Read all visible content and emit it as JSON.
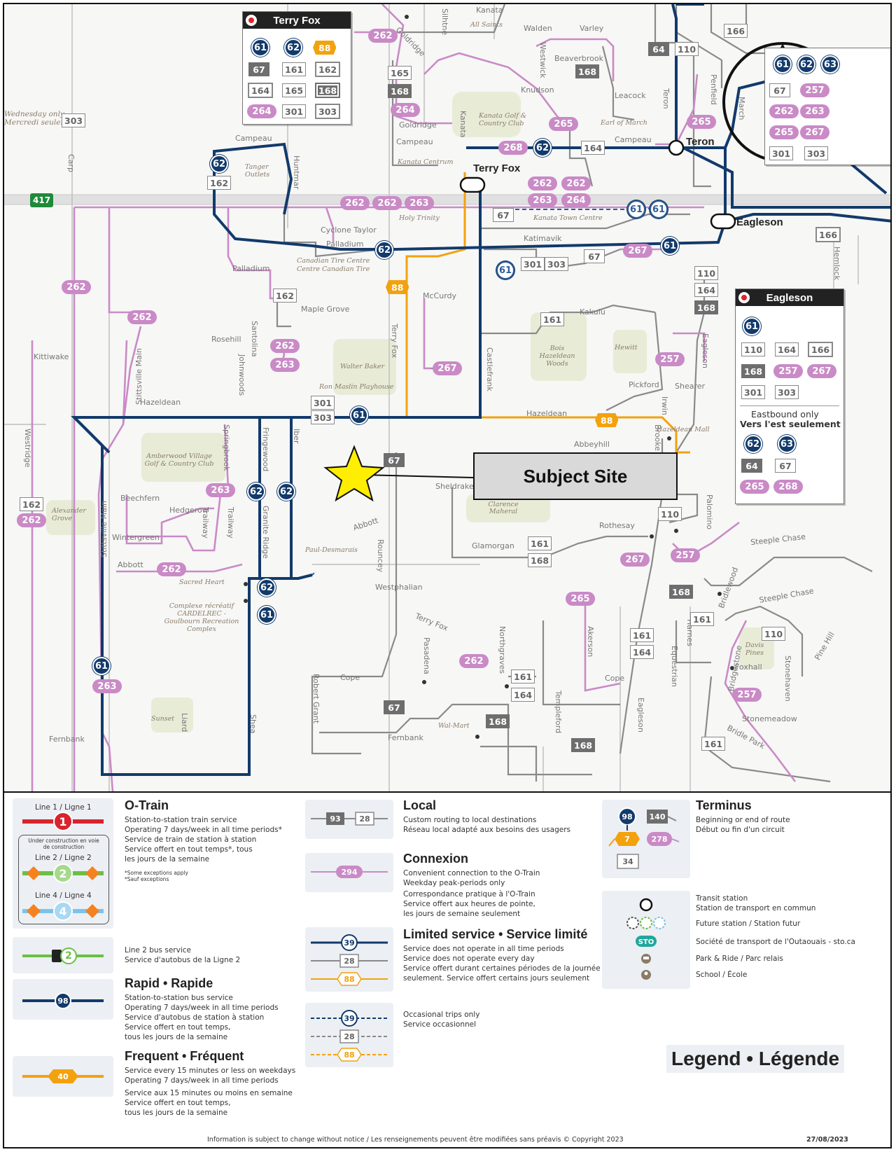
{
  "subject_site": "Subject Site",
  "stations": {
    "terry_fox": "Terry Fox",
    "teron": "Teron",
    "eagleson": "Eagleson"
  },
  "terminus_terry_fox": {
    "title": "Terry Fox",
    "routes": [
      "61",
      "62",
      "88",
      "67",
      "161",
      "162",
      "164",
      "165",
      "168",
      "264",
      "301",
      "303"
    ]
  },
  "terminus_eagleson": {
    "title": "Eagleson",
    "routes": [
      "61",
      "110",
      "164",
      "166",
      "168",
      "257",
      "267",
      "301",
      "303"
    ],
    "eastbound_label_en": "Eastbound only",
    "eastbound_label_fr": "Vers l'est seulement",
    "eastbound_routes": [
      "62",
      "63",
      "64",
      "67",
      "265",
      "268"
    ]
  },
  "terminus_north": {
    "routes": [
      "61",
      "62",
      "63",
      "67",
      "257",
      "262",
      "263",
      "265",
      "267",
      "301",
      "303"
    ]
  },
  "streets": {
    "kanata": "Kanata",
    "walden": "Walden",
    "varley": "Varley",
    "beaverbrook": "Beaverbrook",
    "goldridge": "Goldridge",
    "knudson": "Knudson",
    "leacock": "Leacock",
    "campeau": "Campeau",
    "huntmar": "Huntmar",
    "palladium": "Palladium",
    "cyclone_taylor": "Cyclone Taylor",
    "katimavik": "Katimavik",
    "mccurdy": "McCurdy",
    "kakulu": "Kakulu",
    "maple_grove": "Maple Grove",
    "rosehill": "Rosehill",
    "kittiwake": "Kittiwake",
    "hazeldean": "Hazeldean",
    "abbeyhill": "Abbeyhill",
    "pickford": "Pickford",
    "shearer": "Shearer",
    "sheldrake": "Sheldrake",
    "beechfern": "Beechfern",
    "hedgerow": "Hedgerow",
    "wintergreen": "Wintergreen",
    "abbott": "Abbott",
    "abbott2": "Abbott",
    "westphalian": "Westphalian",
    "glamorgan": "Glamorgan",
    "rothesay": "Rothesay",
    "steeple_chase": "Steeple Chase",
    "steeple_chase2": "Steeple Chase",
    "cope": "Cope",
    "cope2": "Cope",
    "fernbank": "Fernbank",
    "fernbank2": "Fernbank",
    "foxhall": "Foxhall",
    "stonemeadow": "Stonemeadow",
    "terry_fox_road": "Terry Fox",
    "stittsville_main": "Stittsville Main",
    "stittsville_main2": "Stittsville Main",
    "westridge": "Westridge",
    "carp": "Carp",
    "johnwoods": "Johnwoods",
    "santolina": "Santolina",
    "springbrook": "Springbrook",
    "fringewood": "Fringewood",
    "iber": "Iber",
    "granite_ridge": "Granite Ridge",
    "trailway": "Trailway",
    "trailway2": "Trailway",
    "rouncey": "Rouncey",
    "robert_grant": "Robert Grant",
    "pasadena": "Pasadena",
    "northgraves": "Northgraves",
    "templeford": "Templeford",
    "akerson": "Akerson",
    "equestrian": "Equestrian",
    "eagleson_rd": "Eagleson",
    "eagleson_rd2": "Eagleson",
    "teron_rd": "Teron",
    "penfield": "Penfield",
    "march": "March",
    "castlefrank": "Castlefrank",
    "terry_fox_v": "Terry Fox",
    "liard": "Liard",
    "shea": "Shea",
    "bridlewood": "Bridlewood",
    "bridgestone": "Bridgestone",
    "stonehaven": "Stonehaven",
    "pine_hill": "Pine Hill",
    "bridle_park": "Bridle Park",
    "hemlock": "Hemlock",
    "sinitne": "Silhtne",
    "westwick": "Westwick",
    "hazeldean_v": "Hazeldean",
    "irwin": "Irwin",
    "brooke": "Brooke",
    "palomino": "Palomino",
    "hearnes": "Harnes",
    "kanata_v": "Kanata",
    "hawei": "Hewitt"
  },
  "poi": {
    "all_saints": "All Saints",
    "kanata_golf": "Kanata Golf & Country Club",
    "earl_of_march": "Earl of March",
    "kanata_centrum": "Kanata Centrum",
    "tanger": "Tanger Outlets",
    "holy_trinity": "Holy Trinity",
    "kanata_town_centre": "Kanata Town Centre",
    "canadian_tire_centre": "Canadian Tire Centre",
    "centre_canadian_tire": "Centre Canadian Tire",
    "walter_baker": "Walter Baker",
    "ron_maslin": "Ron Maslin Playhouse",
    "bois_hazeldean": "Bois Hazeldean Woods",
    "hazeldean_mall": "Hazeldean Mall",
    "amberwood": "Amberwood Village Golf & Country Club",
    "alexander_grove": "Alexander Grove",
    "sacred_heart": "Sacred Heart",
    "paul_desmarais": "Paul-Desmarais",
    "complexe_cardel": "Complexe récréatif CARDELREC - Goulbourn Recreation Complex",
    "sunset": "Sunset",
    "walmart": "Wal-Mart",
    "davis_pines": "Davis Pines",
    "clarence_maheral": "Clarence Maheral",
    "wednesday_only": "Wednesday only",
    "mercredi_seulement": "Mercredi seulement",
    "hwy": "417"
  },
  "legend": {
    "title": "Legend • Légende",
    "otrain": {
      "title": "O-Train",
      "line1_label": "Line 1 / Ligne 1",
      "line1_num": "1",
      "under_construction": "Under construction en voie de construction",
      "line2_label": "Line 2 / Ligne 2",
      "line2_num": "2",
      "line4_label": "Line 4 / Ligne 4",
      "line4_num": "4",
      "desc": [
        "Station-to-station train service",
        "Operating 7 days/week in all time periods*",
        "Service de train de station à station",
        "Service offert en tout temps*, tous",
        "les jours de la semaine"
      ],
      "note": [
        "*Some exceptions apply",
        "*Sauf exceptions"
      ]
    },
    "line2bus": {
      "num": "2",
      "desc": [
        "Line 2 bus service",
        "Service d'autobus de la Ligne 2"
      ]
    },
    "rapid": {
      "title": "Rapid • Rapide",
      "num": "98",
      "desc": [
        "Station-to-station bus service",
        "Operating 7 days/week in all time periods",
        "Service d'autobus de station à station",
        "Service offert en tout temps,",
        "tous les jours de la semaine"
      ]
    },
    "frequent": {
      "title": "Frequent • Fréquent",
      "num": "40",
      "desc": [
        "Service every 15 minutes or less on weekdays",
        "Operating 7 days/week in all time periods",
        "Service aux 15 minutes ou moins en semaine",
        "Service offert en tout temps,",
        "tous les jours de la semaine"
      ]
    },
    "local": {
      "title": "Local",
      "num1": "93",
      "num2": "28",
      "desc": [
        "Custom routing to local destinations",
        "Réseau local adapté aux besoins des usagers"
      ]
    },
    "connexion": {
      "title": "Connexion",
      "num": "294",
      "desc": [
        "Convenient connection to the O-Train",
        "Weekday peak-periods only",
        "Correspondance pratique à l'O-Train",
        "Service offert aux heures de pointe,",
        "les jours de semaine seulement"
      ]
    },
    "limited": {
      "title": "Limited service • Service limité",
      "n1": "39",
      "n2": "28",
      "n3": "88",
      "desc": [
        "Service does not operate in all time periods",
        "Service does not operate every day",
        "Service offert durant certaines périodes de la journée",
        "seulement.  Service offert certains jours seulement"
      ]
    },
    "occasional": {
      "n1": "39",
      "n2": "28",
      "n3": "88",
      "desc": [
        "Occasional trips only",
        "Service occasionnel"
      ]
    },
    "terminus": {
      "title": "Terminus",
      "n1": "98",
      "n2": "140",
      "n3": "7",
      "n4": "278",
      "n5": "34",
      "desc": [
        "Beginning or end of route",
        "Début ou fin d'un circuit"
      ]
    },
    "symbols": {
      "transit_station": [
        "Transit station",
        "Station de transport en commun"
      ],
      "future_station": "Future station / Station futur",
      "sto_label": "STO",
      "sto": "Société de transport de l'Outaouais - sto.ca",
      "park_ride": "Park & Ride / Parc relais",
      "school": "School / École"
    },
    "footer": "Information is subject to change without notice  /  Les renseignements peuvent être modifiées sans préavis © Copyright 2023",
    "date": "27/08/2023"
  }
}
